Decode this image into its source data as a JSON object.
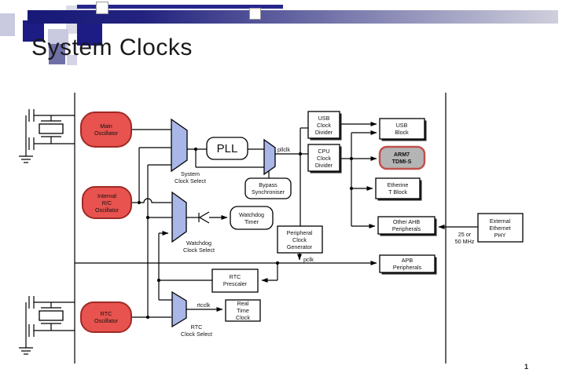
{
  "slide": {
    "title": "System Clocks",
    "page_number": "1"
  },
  "diagram": {
    "main_osc": [
      "Main",
      "Oscillator"
    ],
    "irc_osc": [
      "Internal",
      "R/C",
      "Oscillator"
    ],
    "rtc_osc": [
      "RTC",
      "Oscillator"
    ],
    "sys_mux": [
      "System",
      "Clock Select"
    ],
    "wd_mux": [
      "Watchdog",
      "Clock Select"
    ],
    "rtc_mux": [
      "RTC",
      "Clock Select"
    ],
    "pll": "PLL",
    "bypass": [
      "Bypass",
      "Synchroniser"
    ],
    "wd_timer": [
      "Watchdog",
      "Timer"
    ],
    "pcg": [
      "Peripheral",
      "Clock",
      "Generator"
    ],
    "rtc_prescaler": [
      "RTC",
      "Prescaler"
    ],
    "rtc_block": [
      "Real",
      "Time",
      "Clock"
    ],
    "usb_div": [
      "USB",
      "Clock",
      "Divider"
    ],
    "cpu_div": [
      "CPU",
      "Clock",
      "Divider"
    ],
    "usb_block": [
      "USB",
      "Block"
    ],
    "arm7": [
      "ARM7",
      "TDMI-S"
    ],
    "ethernet": [
      "Etherine",
      "T Block"
    ],
    "ahb": [
      "Other AHB",
      "Peripherals"
    ],
    "apb": [
      "APB",
      "Peripherals"
    ],
    "phy": [
      "External",
      "Ethernet",
      "PHY"
    ],
    "sig_pllclk": "pllclk",
    "sig_pclk": "pclk",
    "sig_rtcclk": "rtcclk",
    "mhz": [
      "25 or",
      "50 MHz"
    ],
    "colors": {
      "oscillator_fill": "#e8534f",
      "oscillator_border": "#9e2a25",
      "mux_fill": "#a8b6e8",
      "arm_fill": "#b4b4b4",
      "arm_border": "#c0504d",
      "accent_navy": "#1c1c84"
    }
  }
}
